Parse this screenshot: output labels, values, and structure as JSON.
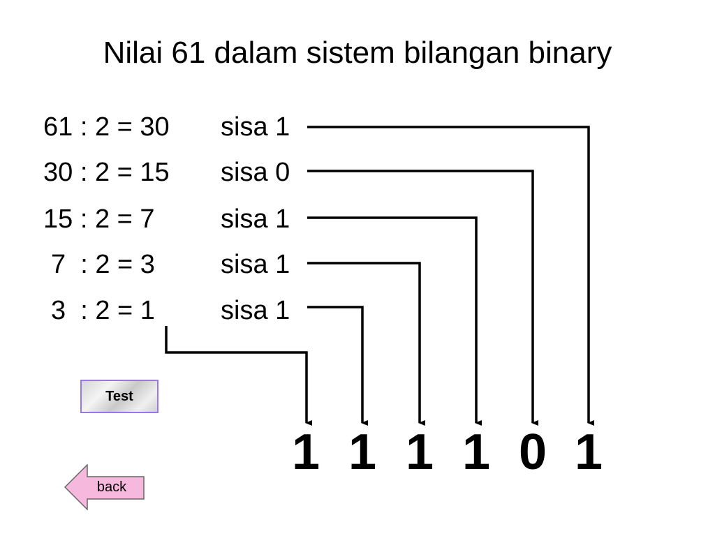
{
  "title": "Nilai 61 dalam sistem bilangan binary",
  "steps": [
    {
      "equation": "61 : 2 = 30",
      "remainder_label": "sisa 1"
    },
    {
      "equation": "30 : 2 = 15",
      "remainder_label": "sisa 0"
    },
    {
      "equation": "15 : 2 = 7",
      "remainder_label": "sisa 1"
    },
    {
      "equation": "7  : 2 = 3",
      "remainder_label": "sisa 1"
    },
    {
      "equation": "3  : 2 = 1",
      "remainder_label": "sisa 1"
    }
  ],
  "result_digits": [
    "1",
    "1",
    "1",
    "1",
    "0",
    "1"
  ],
  "buttons": {
    "test_label": "Test",
    "back_label": "back"
  },
  "colors": {
    "test_border": "#9a77e6",
    "back_fill": "#f7b8de"
  }
}
